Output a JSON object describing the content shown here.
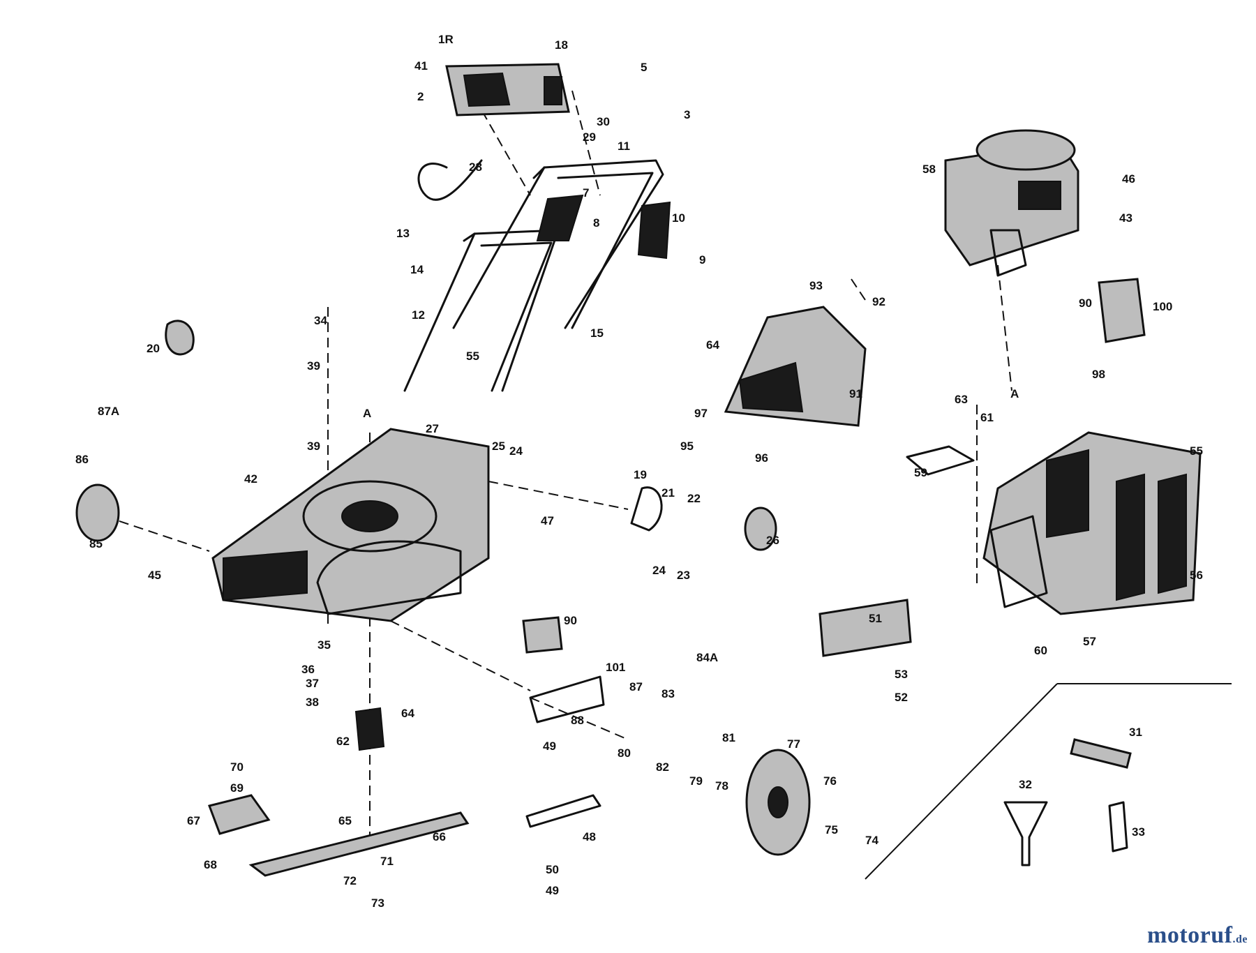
{
  "diagram": {
    "labels": {
      "l_1R": "1R",
      "l_41": "41",
      "l_2": "2",
      "l_18": "18",
      "l_5": "5",
      "l_3": "3",
      "l_30": "30",
      "l_29": "29",
      "l_28": "28",
      "l_11": "11",
      "l_7": "7",
      "l_8": "8",
      "l_10": "10",
      "l_9": "9",
      "l_13": "13",
      "l_14": "14",
      "l_12": "12",
      "l_15": "15",
      "l_58": "58",
      "l_46": "46",
      "l_43": "43",
      "l_93": "93",
      "l_92": "92",
      "l_64": "64",
      "l_91": "91",
      "l_90a": "90",
      "l_100": "100",
      "l_34": "34",
      "l_39a": "39",
      "l_20": "20",
      "l_87A": "87A",
      "l_A1": "A",
      "l_27": "27",
      "l_39b": "39",
      "l_55a": "55",
      "l_25": "25",
      "l_24a": "24",
      "l_95": "95",
      "l_96": "96",
      "l_97": "97",
      "l_42": "42",
      "l_86": "86",
      "l_A2": "A",
      "l_59": "59",
      "l_63": "63",
      "l_61": "61",
      "l_55b": "55",
      "l_98": "98",
      "l_19": "19",
      "l_21": "21",
      "l_22": "22",
      "l_26": "26",
      "l_47": "47",
      "l_24b": "24",
      "l_23": "23",
      "l_85": "85",
      "l_45": "45",
      "l_56": "56",
      "l_57": "57",
      "l_51": "51",
      "l_35": "35",
      "l_36": "36",
      "l_37": "37",
      "l_38": "38",
      "l_90b": "90",
      "l_101": "101",
      "l_87": "87",
      "l_84A": "84A",
      "l_53": "53",
      "l_52": "52",
      "l_60": "60",
      "l_64b": "64",
      "l_62": "62",
      "l_88": "88",
      "l_83": "83",
      "l_49a": "49",
      "l_80": "80",
      "l_81": "81",
      "l_82": "82",
      "l_79": "79",
      "l_78": "78",
      "l_77": "77",
      "l_76": "76",
      "l_31": "31",
      "l_70": "70",
      "l_69": "69",
      "l_67": "67",
      "l_65": "65",
      "l_66": "66",
      "l_68": "68",
      "l_71": "71",
      "l_72": "72",
      "l_73": "73",
      "l_48": "48",
      "l_50": "50",
      "l_49b": "49",
      "l_75": "75",
      "l_74": "74",
      "l_32": "32",
      "l_33": "33"
    }
  },
  "watermark": {
    "brand": "motoruf",
    "tld": ".de"
  },
  "colors": {
    "ink": "#111111",
    "paper": "#ffffff",
    "watermark": "#2b4f8a"
  }
}
